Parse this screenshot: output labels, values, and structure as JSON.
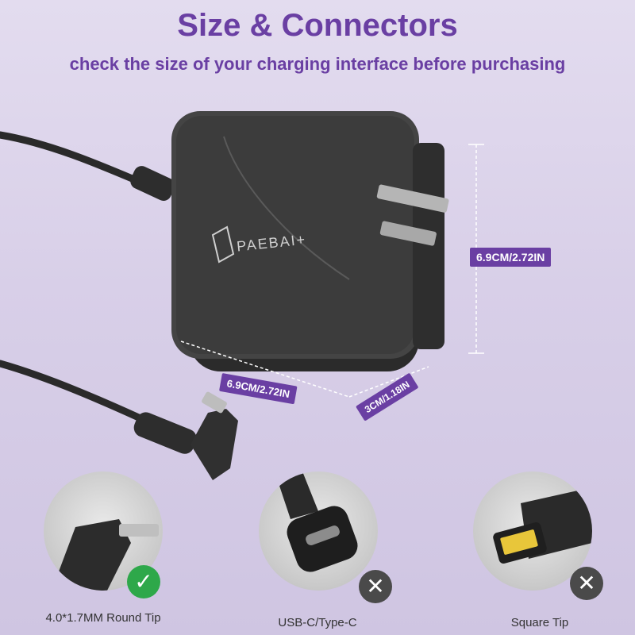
{
  "header": {
    "title": "Size & Connectors",
    "subtitle": "check the size of your charging interface before purchasing"
  },
  "product": {
    "brand": "PAEBAI+"
  },
  "dimensions": {
    "height": "6.9CM/2.72IN",
    "width": "6.9CM/2.72IN",
    "depth": "3CM/1.18IN"
  },
  "connectors": [
    {
      "label": "4.0*1.7MM Round Tip",
      "status": "compatible",
      "badge_color": "#2ea84a"
    },
    {
      "label": "USB-C/Type-C",
      "status": "incompatible",
      "badge_color": "#4a4a4a"
    },
    {
      "label": "Square Tip",
      "status": "incompatible",
      "badge_color": "#4a4a4a"
    }
  ],
  "colors": {
    "accent": "#6a3fa3",
    "adapter": "#3a3a3a",
    "check": "#2ea84a"
  }
}
